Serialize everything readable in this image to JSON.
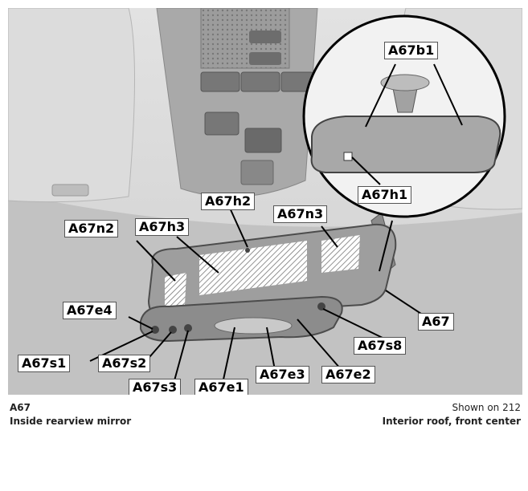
{
  "component": {
    "code": "A67",
    "name": "Inside rearview mirror"
  },
  "reference": {
    "shown_on": "Shown on 212",
    "location": "Interior roof, front center"
  },
  "callouts": {
    "A67b1": "A67b1",
    "A67h1": "A67h1",
    "A67h2": "A67h2",
    "A67h3": "A67h3",
    "A67n2": "A67n2",
    "A67n3": "A67n3",
    "A67e4": "A67e4",
    "A67": "A67",
    "A67s1": "A67s1",
    "A67s2": "A67s2",
    "A67s3": "A67s3",
    "A67e1": "A67e1",
    "A67e3": "A67e3",
    "A67e2": "A67e2",
    "A67s8": "A67s8"
  },
  "colors": {
    "background": "#c7c7c7",
    "headliner": "#d9d9d9",
    "console": "#8f8f8f",
    "mirror": "#9a9a9a",
    "callout_bg": "#ffffff"
  }
}
